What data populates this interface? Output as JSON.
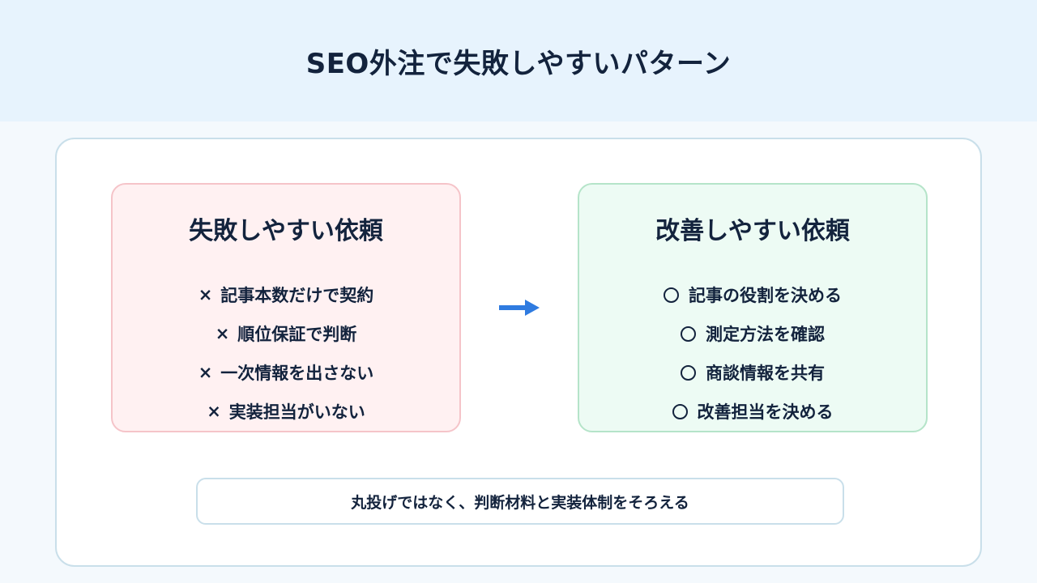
{
  "title": "SEO外注で失敗しやすいパターン",
  "bad": {
    "heading": "失敗しやすい依頼",
    "mark": "×",
    "items": [
      "記事本数だけで契約",
      "順位保証で判断",
      "一次情報を出さない",
      "実装担当がいない"
    ]
  },
  "good": {
    "heading": "改善しやすい依頼",
    "items": [
      "記事の役割を決める",
      "測定方法を確認",
      "商談情報を共有",
      "改善担当を決める"
    ]
  },
  "summary": "丸投げではなく、判断材料と実装体制をそろえる",
  "colors": {
    "header_bg": "#e7f3fd",
    "bad_bg": "#fff1f2",
    "bad_border": "#f5c4c9",
    "good_bg": "#edfbf4",
    "good_border": "#b5e4c9",
    "arrow": "#2f7be0",
    "text": "#13233d"
  },
  "icons": {
    "arrow": "arrow-right-icon",
    "bad_mark": "cross-icon",
    "good_mark": "circle-icon"
  }
}
